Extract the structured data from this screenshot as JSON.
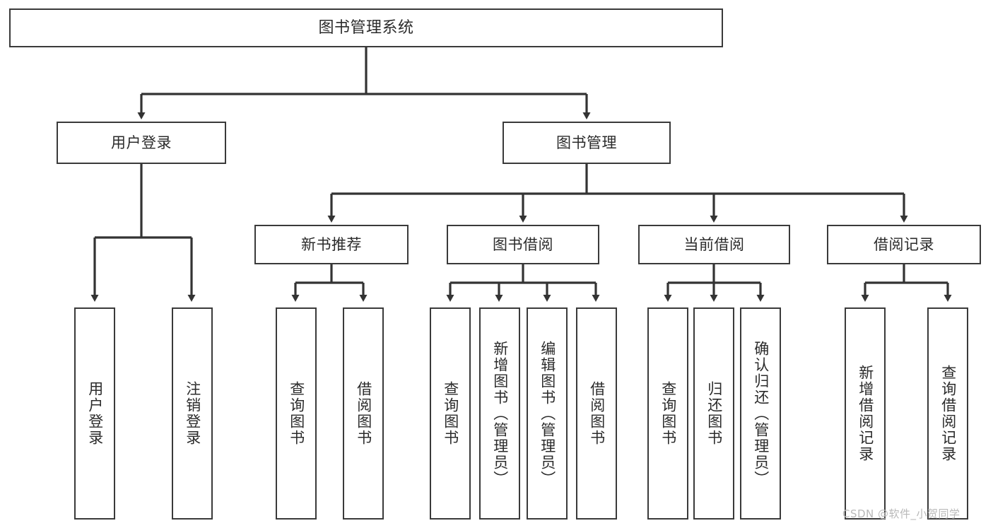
{
  "diagram": {
    "title": "图书管理系统",
    "type": "hierarchy-tree",
    "colors": {
      "box_border": "#3a3a3a",
      "box_fill": "#ffffff",
      "connector": "#333333",
      "text": "#2b2b2b",
      "watermark": "#b9b9b9",
      "background": "#ffffff"
    },
    "root": {
      "label": "图书管理系统"
    },
    "level2": [
      {
        "label": "用户登录"
      },
      {
        "label": "图书管理"
      }
    ],
    "level3": [
      {
        "label": "新书推荐"
      },
      {
        "label": "图书借阅"
      },
      {
        "label": "当前借阅"
      },
      {
        "label": "借阅记录"
      }
    ],
    "leaves": {
      "user_login": [
        {
          "label": "用户登录"
        },
        {
          "label": "注销登录"
        }
      ],
      "new_book_recommend": [
        {
          "label": "查询图书"
        },
        {
          "label": "借阅图书"
        }
      ],
      "book_borrow": [
        {
          "label": "查询图书"
        },
        {
          "label": "新增图书（管理员）"
        },
        {
          "label": "编辑图书（管理员）"
        },
        {
          "label": "借阅图书"
        }
      ],
      "current_borrow": [
        {
          "label": "查询图书"
        },
        {
          "label": "归还图书"
        },
        {
          "label": "确认归还（管理员）"
        }
      ],
      "borrow_record": [
        {
          "label": "新增借阅记录"
        },
        {
          "label": "查询借阅记录"
        }
      ]
    }
  },
  "watermark": {
    "text": "CSDN @软件_小贺同学"
  }
}
